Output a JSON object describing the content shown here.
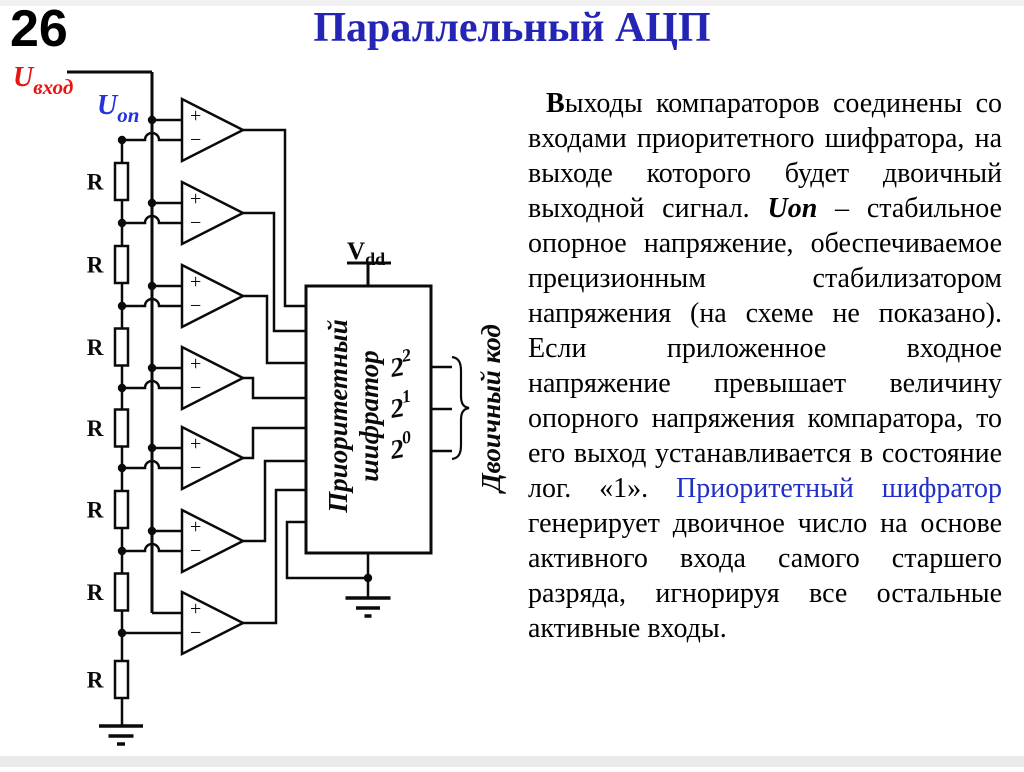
{
  "slide": {
    "number": "26",
    "title": "Параллельный АЦП"
  },
  "colors": {
    "title": "#2525b5",
    "text_link": "#2230c8",
    "input_label": "#e81313",
    "ref_label": "#2233e0",
    "wire": "#0a0a0a"
  },
  "circuit": {
    "input_label": {
      "base": "U",
      "sub": "вход"
    },
    "ref_label": {
      "base": "U",
      "sub": "оп"
    },
    "resistor_label": "R",
    "comparator_plus": "+",
    "comparator_minus": "−",
    "vdd_label": {
      "base": "V",
      "sub": "dd"
    },
    "encoder_label_line1": "Приоритетный",
    "encoder_label_line2": "шифратор",
    "outputs": [
      {
        "base": "2",
        "sup": "2"
      },
      {
        "base": "2",
        "sup": "1"
      },
      {
        "base": "2",
        "sup": "0"
      }
    ],
    "outputs_group_label": "Двоичный код"
  },
  "paragraph": {
    "segments": [
      {
        "text": "В",
        "style": "bold"
      },
      {
        "text": "ыходы компараторов соединены со входами приоритетного шифратора, на выходе которого будет двоичный выходной сигнал. ",
        "style": "normal"
      },
      {
        "text": "Uоп",
        "style": "bold-italic"
      },
      {
        "text": " – стабильное опорное напряжение, обеспечиваемое прецизионным стабилизатором напряжения (на схеме не показано). Если приложенное входное напряжение превышает величину опорного напряжения компаратора, то его выход устанавливается в состояние лог. «1». ",
        "style": "normal"
      },
      {
        "text": "Приоритетный шифратор",
        "style": "link"
      },
      {
        "text": " генерирует двоичное число на основе активного входа самого старшего разряда, игнорируя все остальные активные входы.",
        "style": "normal"
      }
    ]
  }
}
